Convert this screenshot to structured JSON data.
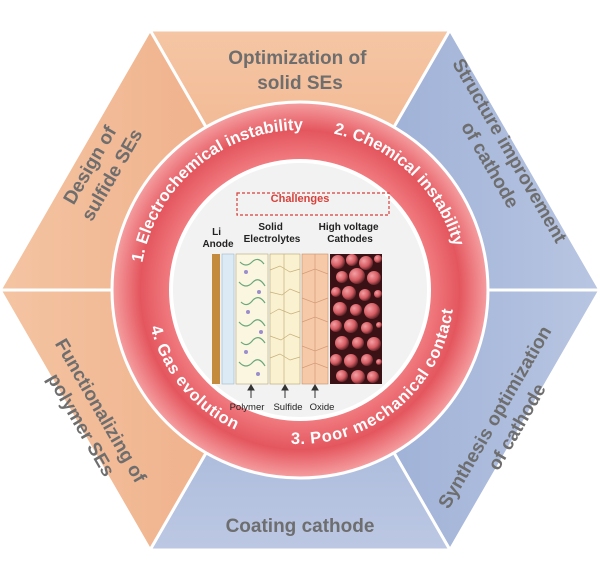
{
  "segments": {
    "top": [
      "Optimization of",
      "solid SEs"
    ],
    "top_right": [
      "Structure improvement",
      "of cathode"
    ],
    "bottom_right": [
      "Synthesis optimization",
      "of cathode"
    ],
    "bottom": [
      "Coating cathode"
    ],
    "bottom_left": [
      "Functionalizing of",
      "polymer SEs"
    ],
    "top_left": [
      "Design of",
      "sulfide SEs"
    ]
  },
  "ring_labels": {
    "electrochemical": "1. Electrochemical instability",
    "chemical": "2. Chemical instability",
    "mechanical": "3. Poor mechanical contact",
    "gas": "4. Gas evolution"
  },
  "center": {
    "challenges": "Challenges",
    "anode": [
      "Li",
      "Anode"
    ],
    "electrolytes": [
      "Solid",
      "Electrolytes"
    ],
    "cathodes": [
      "High voltage",
      "Cathodes"
    ],
    "layers": [
      "Polymer",
      "Sulfide",
      "Oxide"
    ]
  },
  "colors": {
    "orange_segment": "#f2b893",
    "blue_segment": "#a9b9d9",
    "ring": "#e8636a",
    "center_bg": "#f2f2f2",
    "challenge_red": "#d8403a"
  }
}
